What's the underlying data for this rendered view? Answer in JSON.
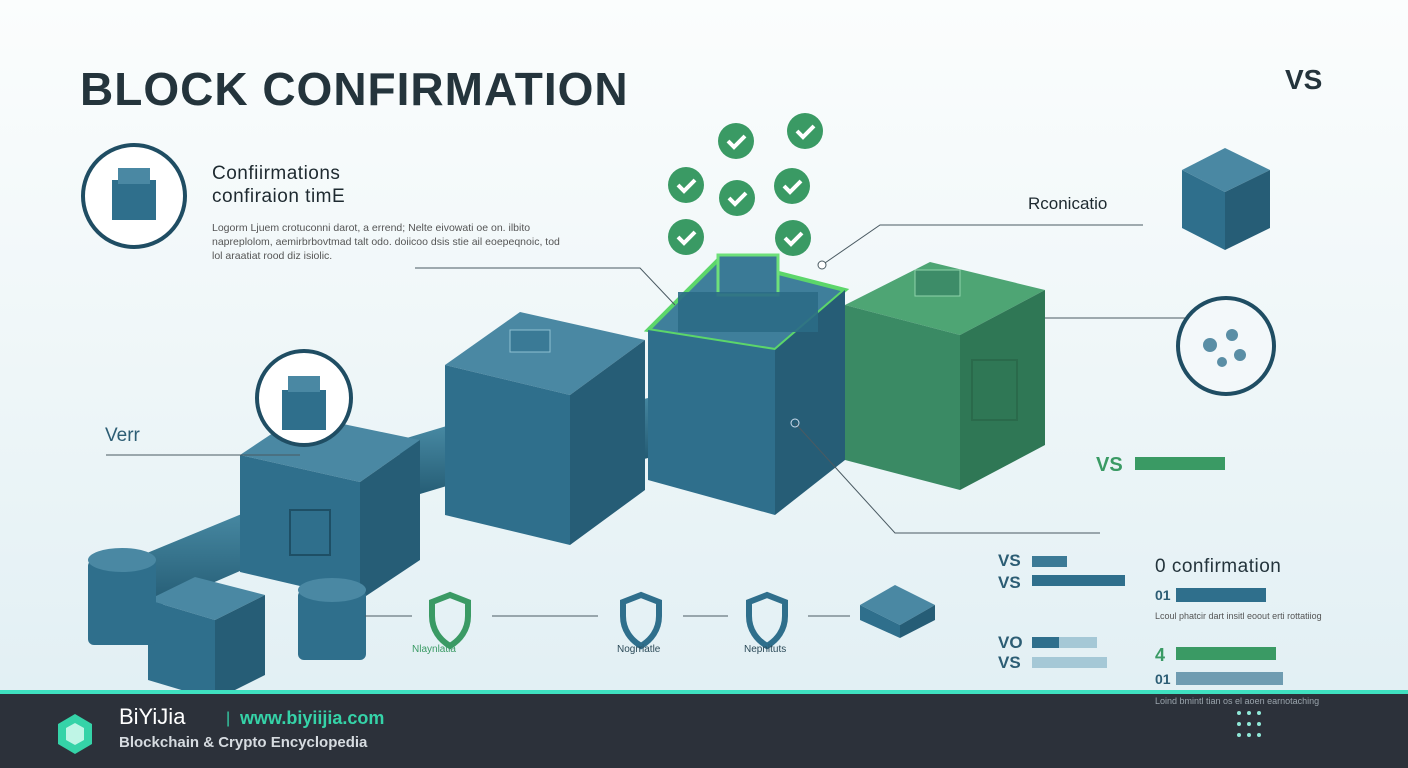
{
  "title": "BLOCK CONFIRMATION",
  "vs_top": "VS",
  "intro": {
    "heading_line1": "Confiirmations",
    "heading_line2": "confiraion timE",
    "body": "Logorm Ljuem crotuconni darot, a errend; Nelte eivowati oe on. ilbito napreplolom, aemirbrbovtmad talt odo. doiicoo dsis stie ail eoepeqnoic, tod lol araatiat rood diz isiolic."
  },
  "reconciliation_label": "Rconicatio",
  "left_label": "Verr",
  "shield_labels": [
    "Nlaynlatia",
    "Nogrriatle",
    "Nepnituts"
  ],
  "comparison": {
    "vs_main": "VS",
    "rows": [
      {
        "label": "VS",
        "value": 0.3
      },
      {
        "label": "VS",
        "value": 0.8
      },
      {
        "label": "VO",
        "value": 0.4
      },
      {
        "label": "VS",
        "value": 0.65
      }
    ],
    "heading": "0 confirmation",
    "items": [
      {
        "label": "01",
        "note": "Lcoul phatcir dart insitl eoout erti rottatiiog"
      },
      {
        "label": "4"
      },
      {
        "label": "01",
        "note": "Loind bmintl tian os el aoen earnotaching"
      }
    ]
  },
  "colors": {
    "primary": "#2f6f8c",
    "accent_green": "#3a9a64",
    "footer_bg": "#2c313a",
    "footer_accent": "#35d3a8"
  },
  "footer": {
    "brand": "BiYiJia",
    "separator": "|",
    "url": "www.biyiijia.com",
    "tagline": "Blockchain & Crypto Encyclopedia",
    "logo_icon": "hexagon-gem-icon",
    "menu_icon": "grid-dots-icon"
  }
}
